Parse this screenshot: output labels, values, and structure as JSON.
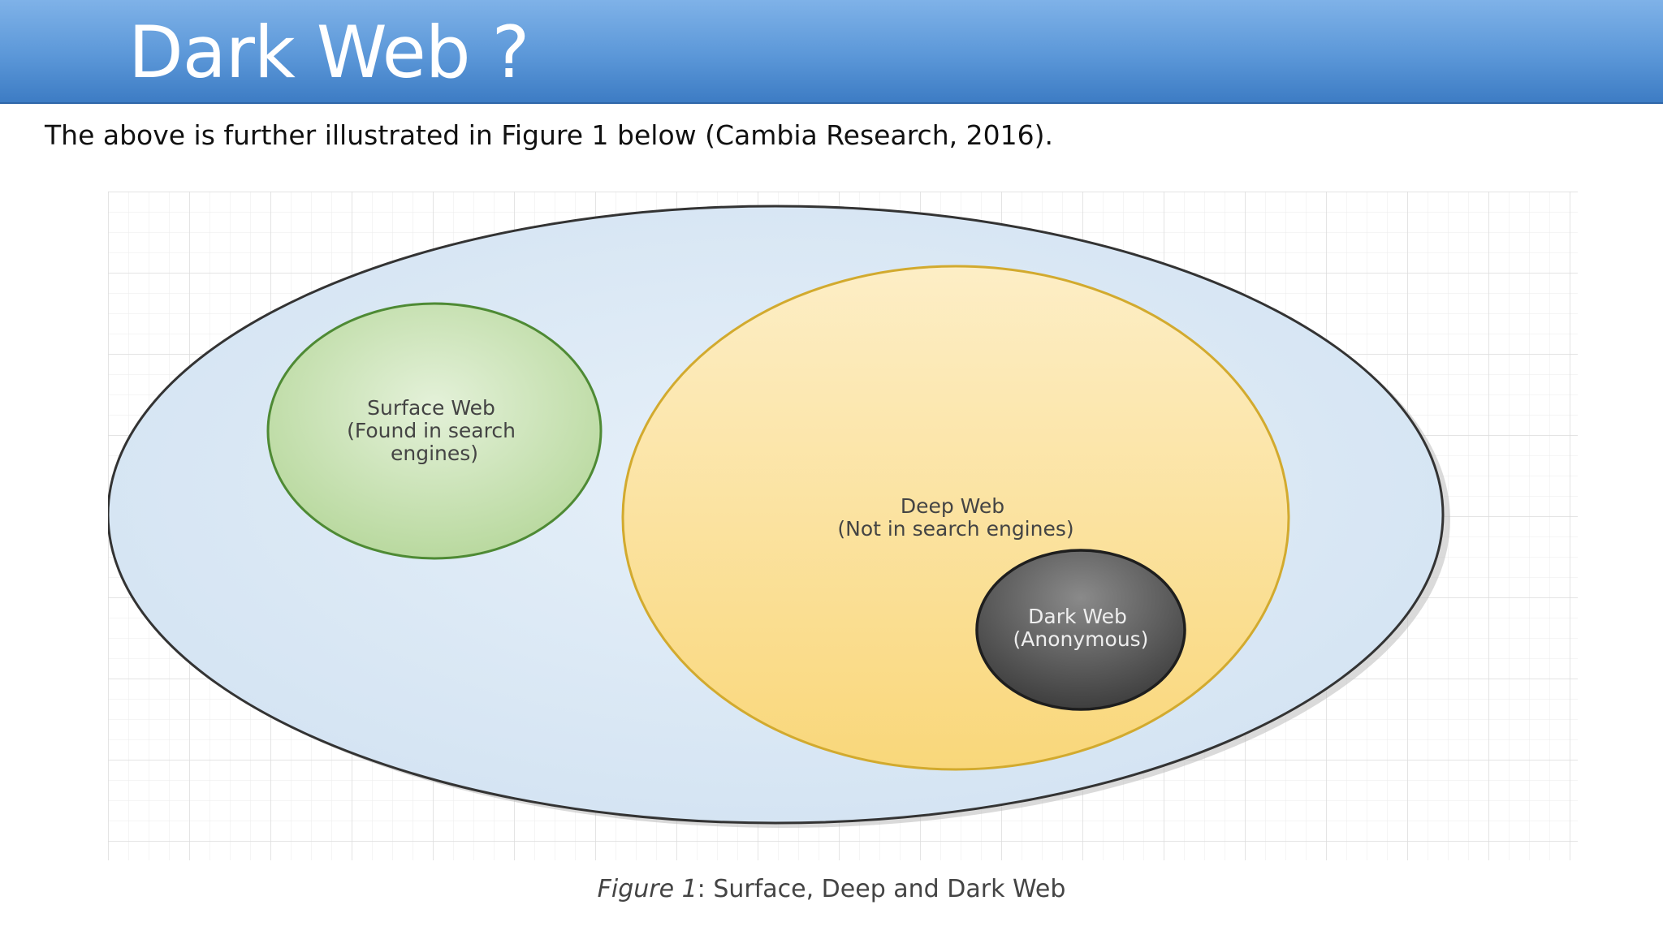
{
  "slide": {
    "title": "Dark Web ?",
    "intro_text": "The above is further illustrated in Figure 1 below (Cambia Research, 2016)."
  },
  "diagram": {
    "outer_label": "",
    "surface_web": {
      "line1": "Surface Web",
      "line2": "(Found in search",
      "line3": "engines)"
    },
    "deep_web": {
      "line1": "Deep Web",
      "line2": "(Not in search engines)"
    },
    "dark_web": {
      "line1": "Dark Web",
      "line2": "(Anonymous)"
    },
    "colors": {
      "outer_fill": "#dce9f5",
      "surface_fill": "#c8e2b4",
      "surface_stroke": "#4e8a34",
      "deep_fill": "#fbe3a0",
      "deep_stroke": "#d2aa2e",
      "dark_fill": "#6e6e6e",
      "dark_stroke": "#222222"
    }
  },
  "caption": {
    "prefix": "Figure 1",
    "text": ": Surface, Deep and Dark Web"
  }
}
